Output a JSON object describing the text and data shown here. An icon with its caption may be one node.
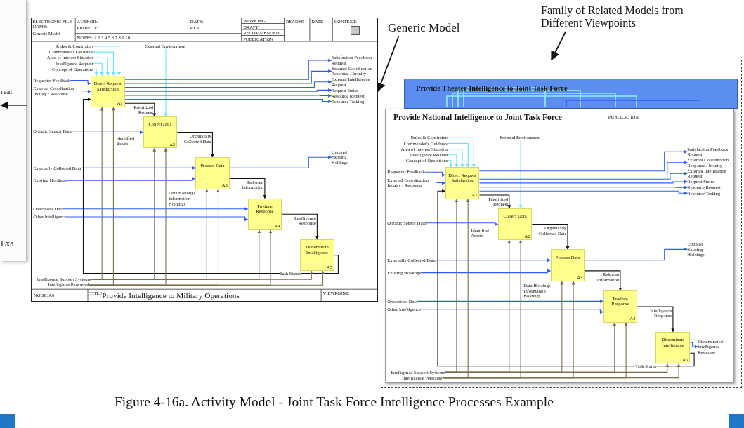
{
  "diagram": {
    "caption": "Figure 4-16a. Activity Model - Joint Task Force Intelligence Processes Example",
    "nodes": [
      {
        "text": [
          "Provide Intelligence to Military Operations"
        ]
      },
      {
        "text": [
          "Direct Request Satisfaction",
          "A1"
        ],
        "in": 0
      },
      {
        "text": [
          "Collect Data",
          "A2"
        ],
        "in": 0
      },
      {
        "text": [
          "Process Data",
          "A3"
        ],
        "in": 0
      },
      {
        "text": [
          "Produce Response",
          "A4"
        ],
        "in": 0
      },
      {
        "text": [
          "Disseminate Intelligence",
          "A5"
        ],
        "in": 0
      },
      {
        "text": [
          "Rules & Constraints"
        ],
        "in": 0
      },
      {
        "text": [
          "Commander's Guidance"
        ],
        "in": 0
      },
      {
        "text": [
          "Area of Interest Situation"
        ],
        "in": 0
      },
      {
        "text": [
          "Intelligence Request"
        ],
        "in": 0
      },
      {
        "text": [
          "Concept of Operations"
        ],
        "in": 0
      },
      {
        "text": [
          "External Environment"
        ],
        "in": 0
      },
      {
        "text": [
          "Requester Feedback"
        ],
        "in": 0
      },
      {
        "text": [
          "External Coordination Inquiry / Response"
        ],
        "in": 0
      },
      {
        "text": [
          "Organic Sensor Data"
        ],
        "in": 0
      },
      {
        "text": [
          "Externally Collected Data"
        ],
        "in": 0
      },
      {
        "text": [
          "Existing Holdings"
        ],
        "in": 0
      },
      {
        "text": [
          "Operations Data"
        ],
        "in": 0
      },
      {
        "text": [
          "Other Intelligence"
        ],
        "in": 0
      },
      {
        "text": [
          "Satisfaction Feedback Request"
        ],
        "in": 0
      },
      {
        "text": [
          "External Coordination Response / Inquiry"
        ],
        "in": 0
      },
      {
        "text": [
          "External Intelligence Request"
        ],
        "in": 0
      },
      {
        "text": [
          "Request Status"
        ],
        "in": 0
      },
      {
        "text": [
          "Resource Request"
        ],
        "in": 0
      },
      {
        "text": [
          "Resource Tasking"
        ],
        "in": 0
      },
      {
        "text": [
          "Updated Existing Holdings"
        ],
        "in": 0
      },
      {
        "text": [
          "Intelligence Support Systems"
        ],
        "in": 0
      },
      {
        "text": [
          "Intelligence Personnel"
        ],
        "in": 0
      },
      {
        "text": [
          "Generic Model"
        ]
      },
      {
        "text": [],
        "shape": "box"
      },
      {
        "text": [
          "Family of Related Models from Different Viewpoints"
        ]
      },
      {
        "text": [
          "Provide Theater Intelligence to Joint Task Force"
        ],
        "in": 29
      },
      {
        "text": [
          "Provide National Intelligence to Joint Task Force"
        ],
        "in": 29
      },
      {
        "text": [
          "Direct Request Satisfaction",
          "A1"
        ],
        "in": 32
      },
      {
        "text": [
          "Collect Data",
          "A2"
        ],
        "in": 32
      },
      {
        "text": [
          "Process Data",
          "A3"
        ],
        "in": 32
      },
      {
        "text": [
          "Produce Response",
          "A4"
        ],
        "in": 32
      },
      {
        "text": [
          "Disseminate Intelligence",
          "A5"
        ],
        "in": 32
      },
      {
        "text": [
          "Rules & Constraints"
        ],
        "in": 32
      },
      {
        "text": [
          "Commander's Guidance"
        ],
        "in": 32
      },
      {
        "text": [
          "Area of Interest Situation"
        ],
        "in": 32
      },
      {
        "text": [
          "Intelligence Request"
        ],
        "in": 32
      },
      {
        "text": [
          "Concept of Operations"
        ],
        "in": 32
      },
      {
        "text": [
          "External Environment"
        ],
        "in": 32
      },
      {
        "text": [
          "Requester Feedback"
        ],
        "in": 32
      },
      {
        "text": [
          "External Coordination Inquiry / Response"
        ],
        "in": 32
      },
      {
        "text": [
          "Organic Sensor Data"
        ],
        "in": 32
      },
      {
        "text": [
          "Externally Collected Data"
        ],
        "in": 32
      },
      {
        "text": [
          "Existing Holdings"
        ],
        "in": 32
      },
      {
        "text": [
          "Operations Data"
        ],
        "in": 32
      },
      {
        "text": [
          "Other Intelligence"
        ],
        "in": 32
      },
      {
        "text": [
          "Satisfaction Feedback Request"
        ],
        "in": 32
      },
      {
        "text": [
          "External Coordination Response / Inquiry"
        ],
        "in": 32
      },
      {
        "text": [
          "External Intelligence Request"
        ],
        "in": 32
      },
      {
        "text": [
          "Request Status"
        ],
        "in": 32
      },
      {
        "text": [
          "Resource Request"
        ],
        "in": 32
      },
      {
        "text": [
          "Resource Tasking"
        ],
        "in": 32
      },
      {
        "text": [
          "Updated Existing Holdings"
        ],
        "in": 32
      },
      {
        "text": [
          "Intelligence Support Systems"
        ],
        "in": 32
      },
      {
        "text": [
          "Intelligence Personnel"
        ],
        "in": 32
      },
      {
        "text": [
          "Disseminated Intelligence Response"
        ],
        "in": 32
      }
    ],
    "edges": [
      {
        "from": 6,
        "to": 1,
        "arrow": "to",
        "color": "#66e5ff"
      },
      {
        "from": 7,
        "to": 1,
        "arrow": "to",
        "color": "#66e5ff"
      },
      {
        "from": 8,
        "to": 1,
        "arrow": "to",
        "color": "#66e5ff"
      },
      {
        "from": 9,
        "to": 1,
        "arrow": "to",
        "color": "#66e5ff"
      },
      {
        "from": 10,
        "to": 1,
        "arrow": "to",
        "color": "#66e5ff"
      },
      {
        "from": 11,
        "to": 2,
        "arrow": "to",
        "color": "#66e5ff"
      },
      {
        "from": 12,
        "to": 1,
        "arrow": "to"
      },
      {
        "from": 13,
        "to": 1,
        "arrow": "to"
      },
      {
        "from": 14,
        "to": 2,
        "arrow": "to"
      },
      {
        "from": 15,
        "to": 3,
        "arrow": "to"
      },
      {
        "from": 16,
        "to": 3,
        "arrow": "to"
      },
      {
        "from": 17,
        "to": 4,
        "arrow": "to"
      },
      {
        "from": 18,
        "to": 4,
        "arrow": "to"
      },
      {
        "from": 1,
        "to": 19,
        "arrow": "to"
      },
      {
        "from": 1,
        "to": 20,
        "arrow": "to"
      },
      {
        "from": 1,
        "to": 21,
        "arrow": "to"
      },
      {
        "from": 1,
        "to": 22,
        "arrow": "to"
      },
      {
        "from": 1,
        "to": 23,
        "arrow": "to"
      },
      {
        "from": 1,
        "to": 24,
        "arrow": "to"
      },
      {
        "from": 3,
        "to": 25,
        "arrow": "to"
      },
      {
        "from": 1,
        "to": 2,
        "arrow": "to",
        "label": "Prioritized Request",
        "color": "#111111"
      },
      {
        "from": 2,
        "to": 3,
        "arrow": "to",
        "label": "Organically Collected Data",
        "color": "#111111"
      },
      {
        "from": 3,
        "to": 4,
        "arrow": "to",
        "label": "Relevant Information",
        "color": "#111111"
      },
      {
        "from": 4,
        "to": 5,
        "arrow": "to",
        "label": "Intelligence Response",
        "color": "#111111"
      },
      {
        "from": 5,
        "to": 1,
        "arrow": "to",
        "label": "Task Status",
        "color": "#111111"
      },
      {
        "from": 26,
        "to": 1,
        "arrow": "to",
        "color": "#7d6e4e"
      },
      {
        "from": 26,
        "to": 2,
        "arrow": "to",
        "color": "#7d6e4e"
      },
      {
        "from": 26,
        "to": 3,
        "arrow": "to",
        "color": "#7d6e4e"
      },
      {
        "from": 26,
        "to": 4,
        "arrow": "to",
        "color": "#7d6e4e"
      },
      {
        "from": 26,
        "to": 5,
        "arrow": "to",
        "color": "#7d6e4e"
      },
      {
        "from": 27,
        "to": 1,
        "arrow": "to",
        "color": "#7d6e4e"
      },
      {
        "from": 27,
        "to": 2,
        "arrow": "to",
        "color": "#7d6e4e"
      },
      {
        "from": 27,
        "to": 3,
        "arrow": "to",
        "color": "#7d6e4e"
      },
      {
        "from": 27,
        "to": 4,
        "arrow": "to",
        "color": "#7d6e4e"
      },
      {
        "from": 27,
        "to": 5,
        "arrow": "to",
        "color": "#7d6e4e"
      },
      {
        "from": 38,
        "to": 33,
        "arrow": "to",
        "color": "#66e5ff"
      },
      {
        "from": 39,
        "to": 33,
        "arrow": "to",
        "color": "#66e5ff"
      },
      {
        "from": 40,
        "to": 33,
        "arrow": "to",
        "color": "#66e5ff"
      },
      {
        "from": 41,
        "to": 33,
        "arrow": "to",
        "color": "#66e5ff"
      },
      {
        "from": 42,
        "to": 33,
        "arrow": "to",
        "color": "#66e5ff"
      },
      {
        "from": 43,
        "to": 34,
        "arrow": "to",
        "color": "#66e5ff"
      },
      {
        "from": 44,
        "to": 33,
        "arrow": "to"
      },
      {
        "from": 45,
        "to": 33,
        "arrow": "to"
      },
      {
        "from": 46,
        "to": 34,
        "arrow": "to"
      },
      {
        "from": 47,
        "to": 35,
        "arrow": "to"
      },
      {
        "from": 48,
        "to": 35,
        "arrow": "to"
      },
      {
        "from": 49,
        "to": 36,
        "arrow": "to"
      },
      {
        "from": 50,
        "to": 36,
        "arrow": "to"
      },
      {
        "from": 33,
        "to": 51,
        "arrow": "to"
      },
      {
        "from": 33,
        "to": 52,
        "arrow": "to"
      },
      {
        "from": 33,
        "to": 53,
        "arrow": "to"
      },
      {
        "from": 33,
        "to": 54,
        "arrow": "to"
      },
      {
        "from": 33,
        "to": 55,
        "arrow": "to"
      },
      {
        "from": 33,
        "to": 56,
        "arrow": "to"
      },
      {
        "from": 35,
        "to": 57,
        "arrow": "to"
      },
      {
        "from": 33,
        "to": 34,
        "arrow": "to",
        "label": "Prioritized Request",
        "color": "#111111"
      },
      {
        "from": 34,
        "to": 35,
        "arrow": "to",
        "label": "Organically Collected Data",
        "color": "#111111"
      },
      {
        "from": 35,
        "to": 36,
        "arrow": "to",
        "label": "Relevant Information",
        "color": "#111111"
      },
      {
        "from": 36,
        "to": 37,
        "arrow": "to",
        "label": "Intelligence Response",
        "color": "#111111"
      },
      {
        "from": 37,
        "to": 33,
        "arrow": "to",
        "label": "Task Status",
        "color": "#111111"
      },
      {
        "from": 58,
        "to": 33,
        "arrow": "to",
        "color": "#7d6e4e"
      },
      {
        "from": 58,
        "to": 34,
        "arrow": "to",
        "color": "#7d6e4e"
      },
      {
        "from": 58,
        "to": 35,
        "arrow": "to",
        "color": "#7d6e4e"
      },
      {
        "from": 58,
        "to": 36,
        "arrow": "to",
        "color": "#7d6e4e"
      },
      {
        "from": 58,
        "to": 37,
        "arrow": "to",
        "color": "#7d6e4e"
      },
      {
        "from": 59,
        "to": 33,
        "arrow": "to",
        "color": "#7d6e4e"
      },
      {
        "from": 59,
        "to": 34,
        "arrow": "to",
        "color": "#7d6e4e"
      },
      {
        "from": 59,
        "to": 35,
        "arrow": "to",
        "color": "#7d6e4e"
      },
      {
        "from": 59,
        "to": 36,
        "arrow": "to",
        "color": "#7d6e4e"
      },
      {
        "from": 59,
        "to": 37,
        "arrow": "to",
        "color": "#7d6e4e"
      },
      {
        "from": 37,
        "to": 60,
        "arrow": "to"
      },
      {
        "from": 28,
        "to": 0,
        "arrow": "to",
        "color": "#111111"
      },
      {
        "from": 30,
        "to": 29,
        "arrow": "to",
        "color": "#111111"
      }
    ],
    "labels": [
      "ELECTRONIC FILE NAME:",
      "Generic Model",
      "AUTHOR:",
      "PROJECT:",
      "DATE:",
      "REV:",
      "WORKING",
      "DRAFT",
      "RECOMMENDED",
      "PUBLICATION",
      "READER",
      "DATE",
      "CONTEXT:",
      "NOTES: 1 2 3 4 5 6 7 8 9 10",
      "Identified Assets",
      "Data Holdings",
      "Information Holdings",
      "NODE: A0",
      "TITLE:",
      "VIEWPOINT:",
      "PUBLICATION",
      "Identified Assets",
      "Data Holdings",
      "Information Holdings",
      "reat",
      "Exa"
    ]
  }
}
